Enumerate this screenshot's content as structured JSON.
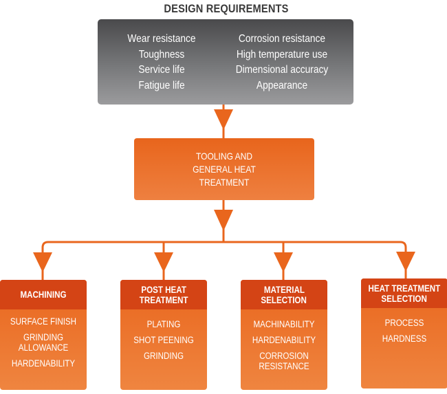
{
  "title": "DESIGN REQUIREMENTS",
  "requirements": {
    "left": [
      "Wear resistance",
      "Toughness",
      "Service life",
      "Fatigue life"
    ],
    "right": [
      "Corrosion resistance",
      "High temperature use",
      "Dimensional accuracy",
      "Appearance"
    ]
  },
  "middle": {
    "lines": [
      "TOOLING AND",
      "GENERAL HEAT",
      "TREATMENT"
    ]
  },
  "categories": [
    {
      "title_lines": [
        "MACHINING"
      ],
      "items": [
        [
          "SURFACE FINISH"
        ],
        [
          "GRINDING",
          "ALLOWANCE"
        ],
        [
          "HARDENABILITY"
        ]
      ]
    },
    {
      "title_lines": [
        "POST HEAT",
        "TREATMENT"
      ],
      "items": [
        [
          "PLATING"
        ],
        [
          "SHOT PEENING"
        ],
        [
          "GRINDING"
        ]
      ]
    },
    {
      "title_lines": [
        "MATERIAL",
        "SELECTION"
      ],
      "items": [
        [
          "MACHINABILITY"
        ],
        [
          "HARDENABILITY"
        ],
        [
          "CORROSION",
          "RESISTANCE"
        ]
      ]
    },
    {
      "title_lines": [
        "HEAT TREATMENT",
        "SELECTION"
      ],
      "items": [
        [
          "PROCESS"
        ],
        [
          "HARDNESS"
        ]
      ]
    }
  ],
  "colors": {
    "orange": "#e9661d",
    "dark_orange": "#d44415",
    "gray_top": "#4a4a4c",
    "gray_bottom": "#9b9b9d",
    "title": "#3a3a3a"
  }
}
